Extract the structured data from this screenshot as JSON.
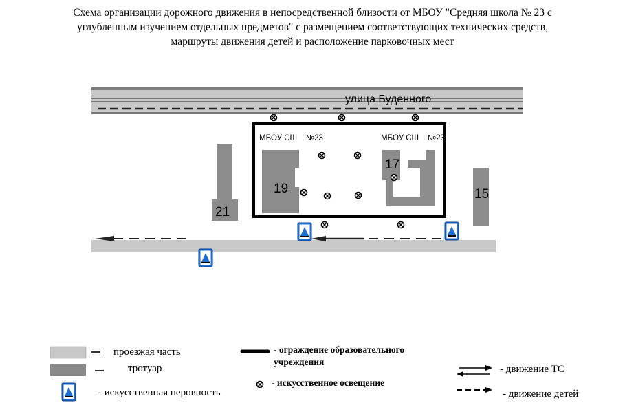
{
  "title_lines": [
    "Схема организации дорожного движения в непосредственной близости от МБОУ \"Средняя школа № 23 с",
    "углубленным изучением отдельных предметов\" с размещением соответствующих технических средств,",
    "маршруты движения детей и расположение парковочных мест"
  ],
  "map": {
    "street_name": "улица Буденного",
    "school_label_left": "МБОУ СШ    №23",
    "school_label_right": "МБОУ СШ    №23",
    "buildings": [
      "19",
      "17",
      "21",
      "15"
    ]
  },
  "legend": {
    "roadway": "проезжая часть",
    "sidewalk": "тротуар",
    "speed_bump": "- искусственная неровность",
    "fence_line1": "- ограждение образовательного",
    "fence_line2": "учреждения",
    "lighting": "- искусственное освещение",
    "vehicle_traffic": "- движение ТС",
    "children_movement": "- движение детей"
  },
  "colors": {
    "roadway": "#c8c8c8",
    "sidewalk": "#8a8a8a",
    "building": "#8c8c8c",
    "sign_blue": "#1f6fd1"
  }
}
